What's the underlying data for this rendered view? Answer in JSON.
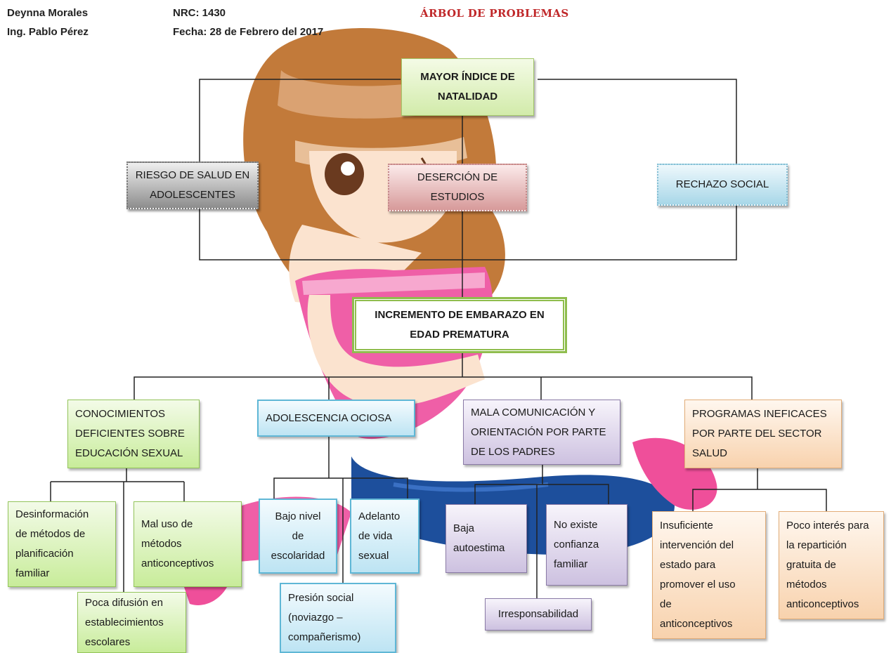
{
  "header": {
    "author": "Deynna Morales",
    "teacher": "Ing. Pablo Pérez",
    "nrc": "NRC: 1430",
    "date": "Fecha: 28 de Febrero del 2017",
    "title": "ÁRBOL DE PROBLEMAS"
  },
  "effects": {
    "main": "MAYOR ÍNDICE DE\nNATALIDAD",
    "e1": "RIESGO DE SALUD EN\nADOLESCENTES",
    "e2": "DESERCIÓN DE\nESTUDIOS",
    "e3": "RECHAZO SOCIAL"
  },
  "core": "INCREMENTO DE EMBARAZO EN\nEDAD PREMATURA",
  "causes": {
    "c1": "CONOCIMIENTOS\nDEFICIENTES SOBRE\nEDUCACIÓN SEXUAL",
    "c2": "ADOLESCENCIA OCIOSA",
    "c3": "MALA COMUNICACIÓN Y\nORIENTACIÓN POR PARTE\nDE LOS PADRES",
    "c4": "PROGRAMAS INEFICACES\nPOR PARTE DEL SECTOR\nSALUD"
  },
  "subcauses": {
    "s1a": "Desinformación\nde métodos de\nplanificación\nfamiliar",
    "s1b": "Mal uso de\nmétodos\nanticonceptivos",
    "s1c": "Poca difusión en\nestablecimientos\nescolares",
    "s2a": "Bajo nivel\nde\nescolaridad",
    "s2b": "Adelanto\nde vida\nsexual",
    "s2c": "Presión social\n(noviazgo –\ncompañerismo)",
    "s3a": "Baja\nautoestima",
    "s3b": "No existe\nconfianza\nfamiliar",
    "s3c": "Irresponsabilidad",
    "s4a": "Insuficiente\nintervención del\nestado para\npromover el uso\nde\nanticonceptivos",
    "s4b": "Poco interés para\nla repartición\ngratuita de\nmétodos\nanticonceptivos"
  },
  "colors": {
    "title": "#c0282a",
    "core_border": "#8fbd4d",
    "hair": "#b86c2a",
    "shirt": "#ef5fa7",
    "jeans": "#1d4f9c"
  }
}
